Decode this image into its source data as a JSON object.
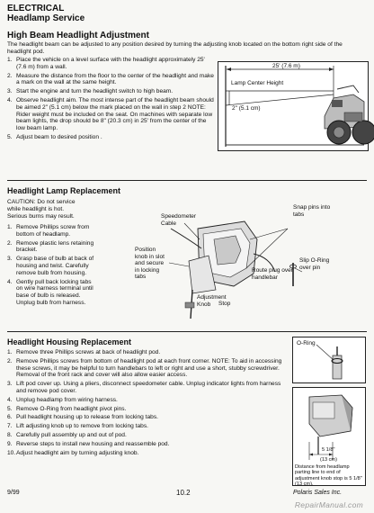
{
  "header": {
    "section": "ELECTRICAL",
    "title": "Headlamp Service"
  },
  "high_beam": {
    "title": "High Beam Headlight Adjustment",
    "intro": "The headlight beam can be adjusted to any position desired by turning the adjusting knob located on the bottom right side of the headlight pod.",
    "steps": [
      "Place the vehicle on a level surface with the headlight approximately 25' (7.6 m) from a wall.",
      "Measure the distance from the floor to the center of the headlight and make a mark on the wall at the same height.",
      "Start the engine and turn the headlight switch to high beam.",
      "Observe headlight aim. The most intense part of the headlight beam should be aimed 2\" (5.1 cm) below the mark placed on the wall in step 2 NOTE: Rider weight must be included on the seat. On machines with separate low beam lights, the drop should be 8\" (20.3 cm) in 25' from the center of the low beam lamp.",
      "Adjust beam to desired position ."
    ],
    "diagram": {
      "distance_label": "25' (7.6 m)",
      "center_label": "Lamp Center Height",
      "drop_label": "2\" (5.1 cm)"
    }
  },
  "lamp_replacement": {
    "title": "Headlight Lamp Replacement",
    "caution": "CAUTION: Do not service while headlight is hot. Serious burns may result.",
    "steps": [
      "Remove Phillips screw from bottom of headlamp.",
      "Remove plastic lens retaining bracket.",
      "Grasp base of bulb at back of housing and twist. Carefully remove bulb from housing.",
      "Gently pull back locking tabs on wire harness terminal until base of bulb is released. Unplug bulb from harness."
    ],
    "diagram": {
      "speedometer": "Speedometer Cable",
      "snap_pins": "Snap pins into tabs",
      "position_knob": "Position knob in slot and secure in locking tabs",
      "route_plug": "Route plug over handlebar",
      "slip_oring": "Slip O-Ring over pin",
      "adjustment_knob": "Adjustment Knob",
      "stop": "Stop"
    }
  },
  "housing_replacement": {
    "title": "Headlight Housing Replacement",
    "steps": [
      "Remove three Phillips screws at back of headlight pod.",
      "Remove Phillips screws from bottom of headlight pod at each front corner. NOTE: To aid in accessing these screws, it may be helpful to turn handlebars to left or right and use a short, stubby screwdriver. Removal of the front rack and cover will also allow easier access.",
      "Lift pod cover up. Using a pliers, disconnect speedometer cable. Unplug indicator lights from harness and remove pod cover.",
      "Unplug headlamp from wiring harness.",
      "Remove O-Ring from headlight pivot pins.",
      "Pull headlight housing up to release from locking tabs.",
      "Lift adjusting knob up to remove from locking tabs.",
      "Carefully pull assembly up and out of pod.",
      "Reverse steps to install new housing and reassemble pod.",
      "Adjust headlight aim by turning adjusting knob."
    ],
    "oring_label": "O-Ring",
    "dim_label": "5 1/8\"",
    "dim_metric": "(13 cm)",
    "caption": "Distance from headlamp parting line to end of adjustment knob stop is 5 1/8\" (13 cm)."
  },
  "footer": {
    "date": "9/99",
    "page": "10.2",
    "company": "Polaris Sales Inc.",
    "watermark": "RepairManual.com"
  }
}
